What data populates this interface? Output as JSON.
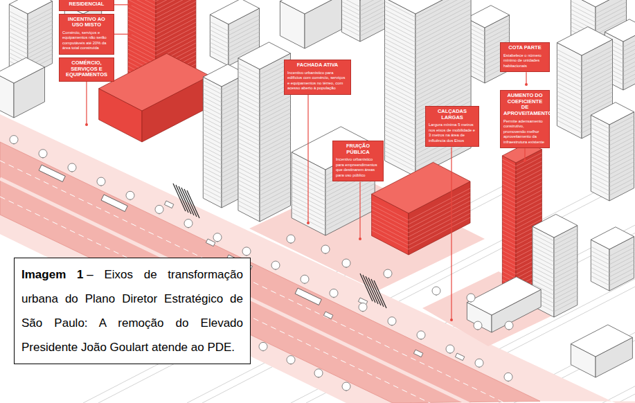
{
  "diagram": {
    "nodes": [
      {
        "text": [
          "RESIDENCIAL"
        ]
      },
      {
        "text": [
          "INCENTIVO AO USO MISTO",
          "Comércio, serviços e equipamentos não serão computáveis até 20% da área total construída"
        ]
      },
      {
        "text": [
          "COMÉRCIO, SERVIÇOS E EQUIPAMENTOS"
        ]
      },
      {
        "text": [
          "FACHADA ATIVA",
          "Incentivo urbanístico para edifícios com comércio, serviços e equipamentos no térreo, com acesso aberto à população"
        ]
      },
      {
        "text": [
          "FRUIÇÃO PÚBLICA",
          "Incentivo urbanístico para empreendimentos que destinarem áreas para uso público"
        ]
      },
      {
        "text": [
          "CALÇADAS LARGAS",
          "Largura mínima 5 metros nos eixos de mobilidade e 3 metros na área de influência dos Eixos"
        ]
      },
      {
        "text": [
          "COTA PARTE",
          "Estabelece o número mínimo de unidades habitacionais"
        ]
      },
      {
        "text": [
          "AUMENTO DO COEFICIENTE DE APROVEITAMENTO",
          "Permite adensamento construtivo, promovendo melhor aproveitamento da infraestrutura existente"
        ]
      },
      {
        "text": [
          "Imagem 1",
          "– Eixos de transformação urbana do Plano Diretor Estratégico de São Paulo: A remoção do Elevado Presidente João Goulart atende ao PDE."
        ]
      }
    ]
  }
}
